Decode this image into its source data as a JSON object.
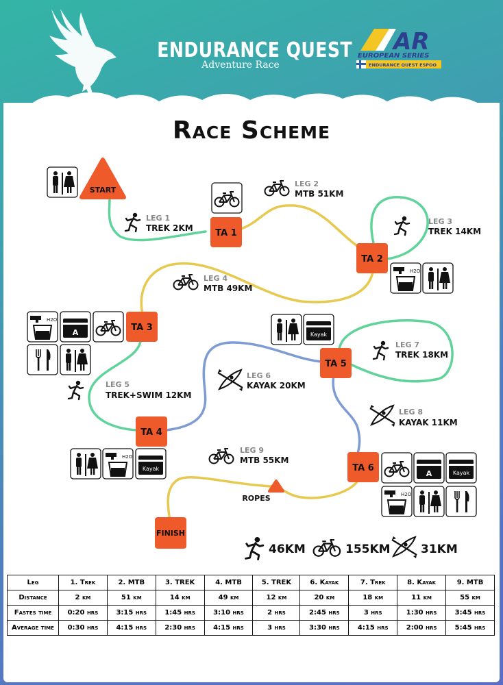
{
  "header": {
    "event_name": "ENDURANCE QUEST",
    "event_subtitle": "Adventure Race",
    "series_logo": {
      "main": "AR",
      "sub1": "EUROPEAN SERIES",
      "sub2": "ENDURANCE QUEST ESPOO"
    }
  },
  "title": "Race Scheme",
  "colors": {
    "trek": "#5fd39a",
    "mtb": "#e6c94e",
    "kayak": "#7f9bd3",
    "node": "#ef5a2a",
    "background_top": "#33b5a5",
    "background_bottom": "#5b6ec6"
  },
  "nodes": {
    "start": "START",
    "ta1": "TA 1",
    "ta2": "TA 2",
    "ta3": "TA 3",
    "ta4": "TA 4",
    "ta5": "TA 5",
    "ta6": "TA 6",
    "ropes": "ROPES",
    "finish": "FINISH"
  },
  "legs": [
    {
      "leg": "LEG 1",
      "desc": "TREK 2KM",
      "icon": "runner-icon"
    },
    {
      "leg": "LEG 2",
      "desc": "MTB 51KM",
      "icon": "bike-icon"
    },
    {
      "leg": "LEG 3",
      "desc": "TREK 14KM",
      "icon": "runner-icon"
    },
    {
      "leg": "LEG 4",
      "desc": "MTB 49KM",
      "icon": "bike-icon"
    },
    {
      "leg": "LEG 5",
      "desc": "TREK+SWIM 12KM",
      "icon": "runner-icon"
    },
    {
      "leg": "LEG 6",
      "desc": "KAYAK 20KM",
      "icon": "kayak-icon"
    },
    {
      "leg": "LEG 7",
      "desc": "TREK 18KM",
      "icon": "runner-icon"
    },
    {
      "leg": "LEG 8",
      "desc": "KAYAK 11KM",
      "icon": "kayak-icon"
    },
    {
      "leg": "LEG 9",
      "desc": "MTB 55KM",
      "icon": "bike-icon"
    }
  ],
  "facility_labels": {
    "box_a": "A",
    "box_kayak": "Kayak",
    "water": "H2O"
  },
  "totals": [
    {
      "icon": "runner-icon",
      "value": "46KM"
    },
    {
      "icon": "bike-icon",
      "value": "155KM"
    },
    {
      "icon": "kayak-icon",
      "value": "31KM"
    }
  ],
  "table": {
    "rows": [
      {
        "label": "Leg",
        "cells": [
          "1. Trek",
          "2. MTB",
          "3. TREK",
          "4. MTB",
          "5. TREK",
          "6. Kayak",
          "7. Trek",
          "8. Kayak",
          "9. MTB"
        ]
      },
      {
        "label": "Distance",
        "cells": [
          "2 km",
          "51 km",
          "14 km",
          "49 km",
          "12 km",
          "20 km",
          "18 km",
          "11 km",
          "55 km"
        ]
      },
      {
        "label": "Fastes time",
        "cells": [
          "0:20 hrs",
          "3:15 hrs",
          "1:45 hrs",
          "3:10 hrs",
          "2 hrs",
          "2:45 hrs",
          "3 hrs",
          "1:30 hrs",
          "3:45 hrs"
        ]
      },
      {
        "label": "Average time",
        "cells": [
          "0:30 hrs",
          "4:15 hrs",
          "2:30 hrs",
          "4:15 hrs",
          "3 hrs",
          "3:30 hrs",
          "4:15 hrs",
          "2:00 hrs",
          "5:45 hrs"
        ]
      }
    ]
  }
}
